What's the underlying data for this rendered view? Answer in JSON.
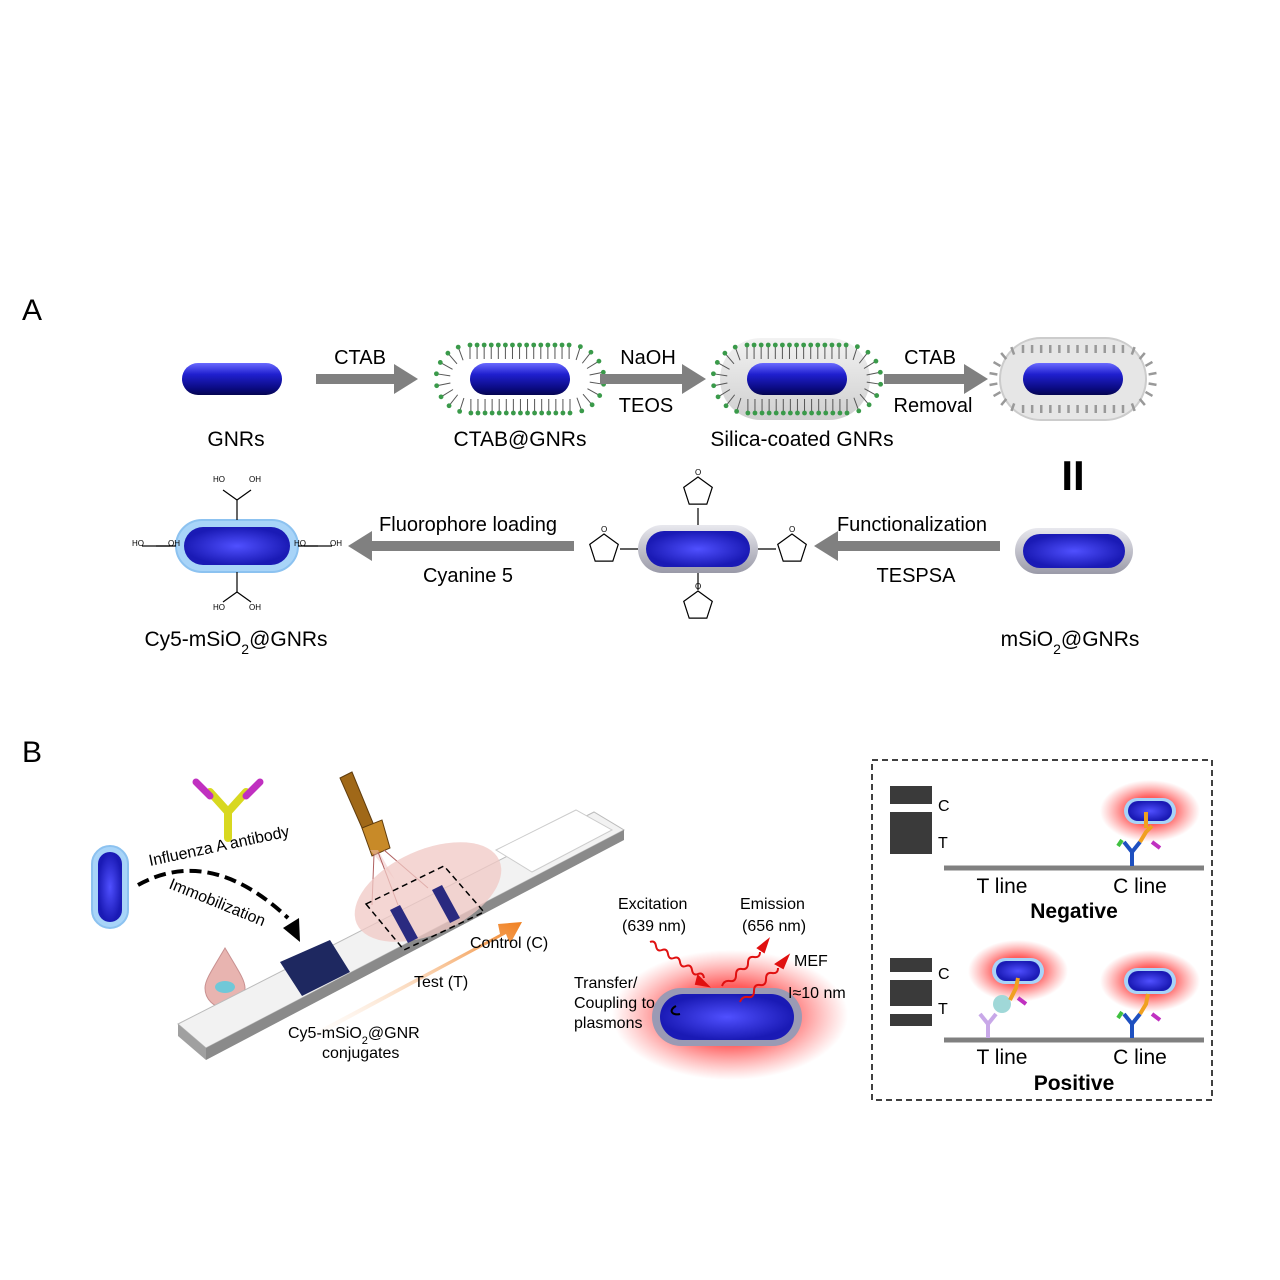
{
  "panel_a": {
    "label": "A",
    "gnrs": "GNRs",
    "ctab_gnrs": "CTAB@GNRs",
    "silica_gnrs": "Silica-coated GNRs",
    "msio2_gnrs_pre": "mSiO",
    "msio2_gnrs_sub": "2",
    "msio2_gnrs_post": "@GNRs",
    "cy5_pre": "Cy5-mSiO",
    "cy5_sub": "2",
    "cy5_post": "@GNRs",
    "step1_top": "CTAB",
    "step2_top": "NaOH",
    "step2_bottom": "TEOS",
    "step3_top": "CTAB",
    "step3_bottom": "Removal",
    "step4_top": "Functionalization",
    "step4_bottom": "TESPSA",
    "step5_top": "Fluorophore loading",
    "step5_bottom": "Cyanine 5",
    "equals": "II",
    "oh": "HO",
    "oh2": "OH",
    "o": "O"
  },
  "panel_b": {
    "label": "B",
    "antibody": "Influenza A antibody",
    "immobilization": "Immobilization",
    "control": "Control (C)",
    "test": "Test (T)",
    "conj_pre": "Cy5-mSiO",
    "conj_sub": "2",
    "conj_post": "@GNR",
    "conj_line2": "conjugates",
    "excitation": "Excitation",
    "excitation_nm": "(639 nm)",
    "emission": "Emission",
    "emission_nm": "(656 nm)",
    "mef": "MEF",
    "distance": "I≈10 nm",
    "transfer1": "Transfer/",
    "transfer2": "Coupling to",
    "transfer3": "plasmons",
    "c": "C",
    "t": "T",
    "t_line": "T line",
    "c_line": "C line",
    "negative": "Negative",
    "positive": "Positive"
  },
  "colors": {
    "gold_rod": "#1a1ab0",
    "arrow": "#808080",
    "glow": "#ff6060",
    "strip": "#f2f2f2"
  }
}
